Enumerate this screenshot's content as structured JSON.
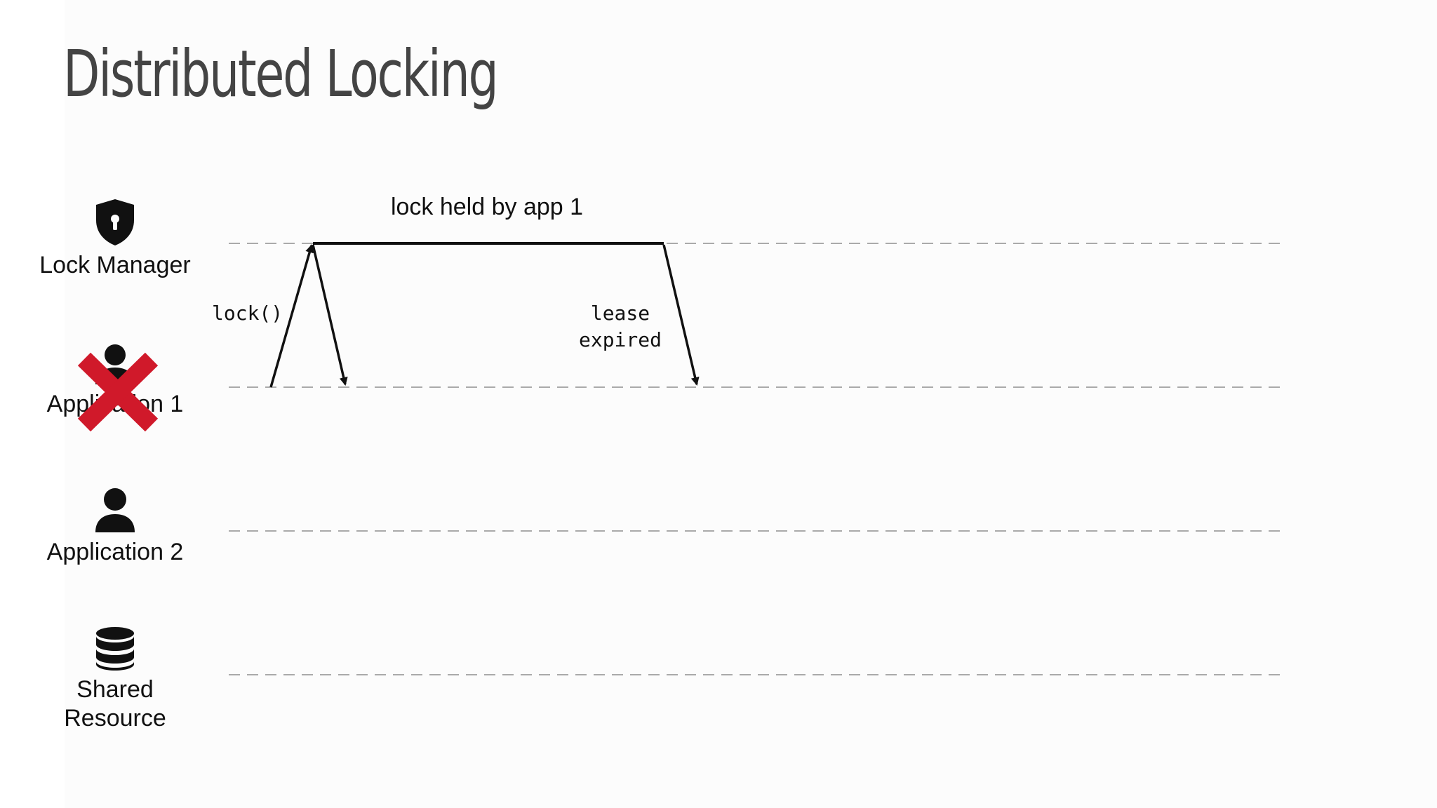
{
  "slide": {
    "title": "Distributed Locking"
  },
  "actors": [
    {
      "label": "Lock Manager",
      "icon": "shield-lock-icon"
    },
    {
      "label": "Application 1",
      "icon": "user-icon",
      "status": "crashed",
      "status_icon": "red-x-icon",
      "status_color": "#d0192a"
    },
    {
      "label": "Application 2",
      "icon": "user-icon"
    },
    {
      "label": "Shared\nResource",
      "icon": "database-icon"
    }
  ],
  "annotations": {
    "lock_call": "lock()",
    "lease_line1": "lease",
    "lease_line2": "expired",
    "held_label": "lock held by app 1"
  },
  "colors": {
    "title": "#444444",
    "lifeline": "#aaaaaa",
    "arrow": "#111111",
    "cross": "#d0192a"
  }
}
